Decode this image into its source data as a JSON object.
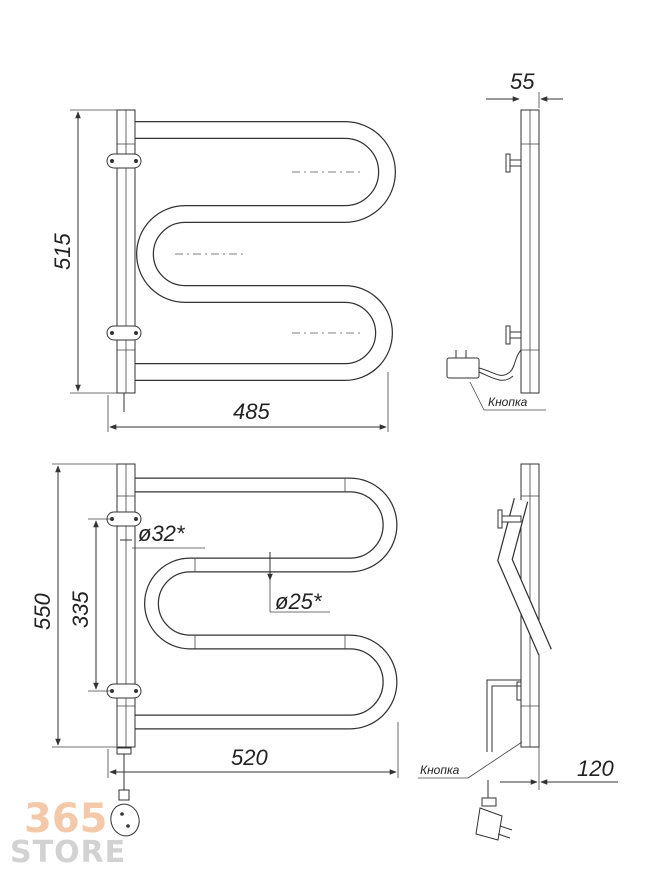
{
  "dimensions": {
    "top_height": "515",
    "top_width": "485",
    "side_depth_top": "55",
    "bottom_height": "550",
    "bottom_mount": "335",
    "bottom_width": "520",
    "bottom_depth": "120",
    "main_pipe_diameter": "ø32*",
    "bend_pipe_diameter": "ø25*"
  },
  "labels": {
    "button_top": "Кнопка",
    "button_bottom": "Кнопка"
  },
  "watermark": {
    "number": "365",
    "word": "STORE"
  }
}
